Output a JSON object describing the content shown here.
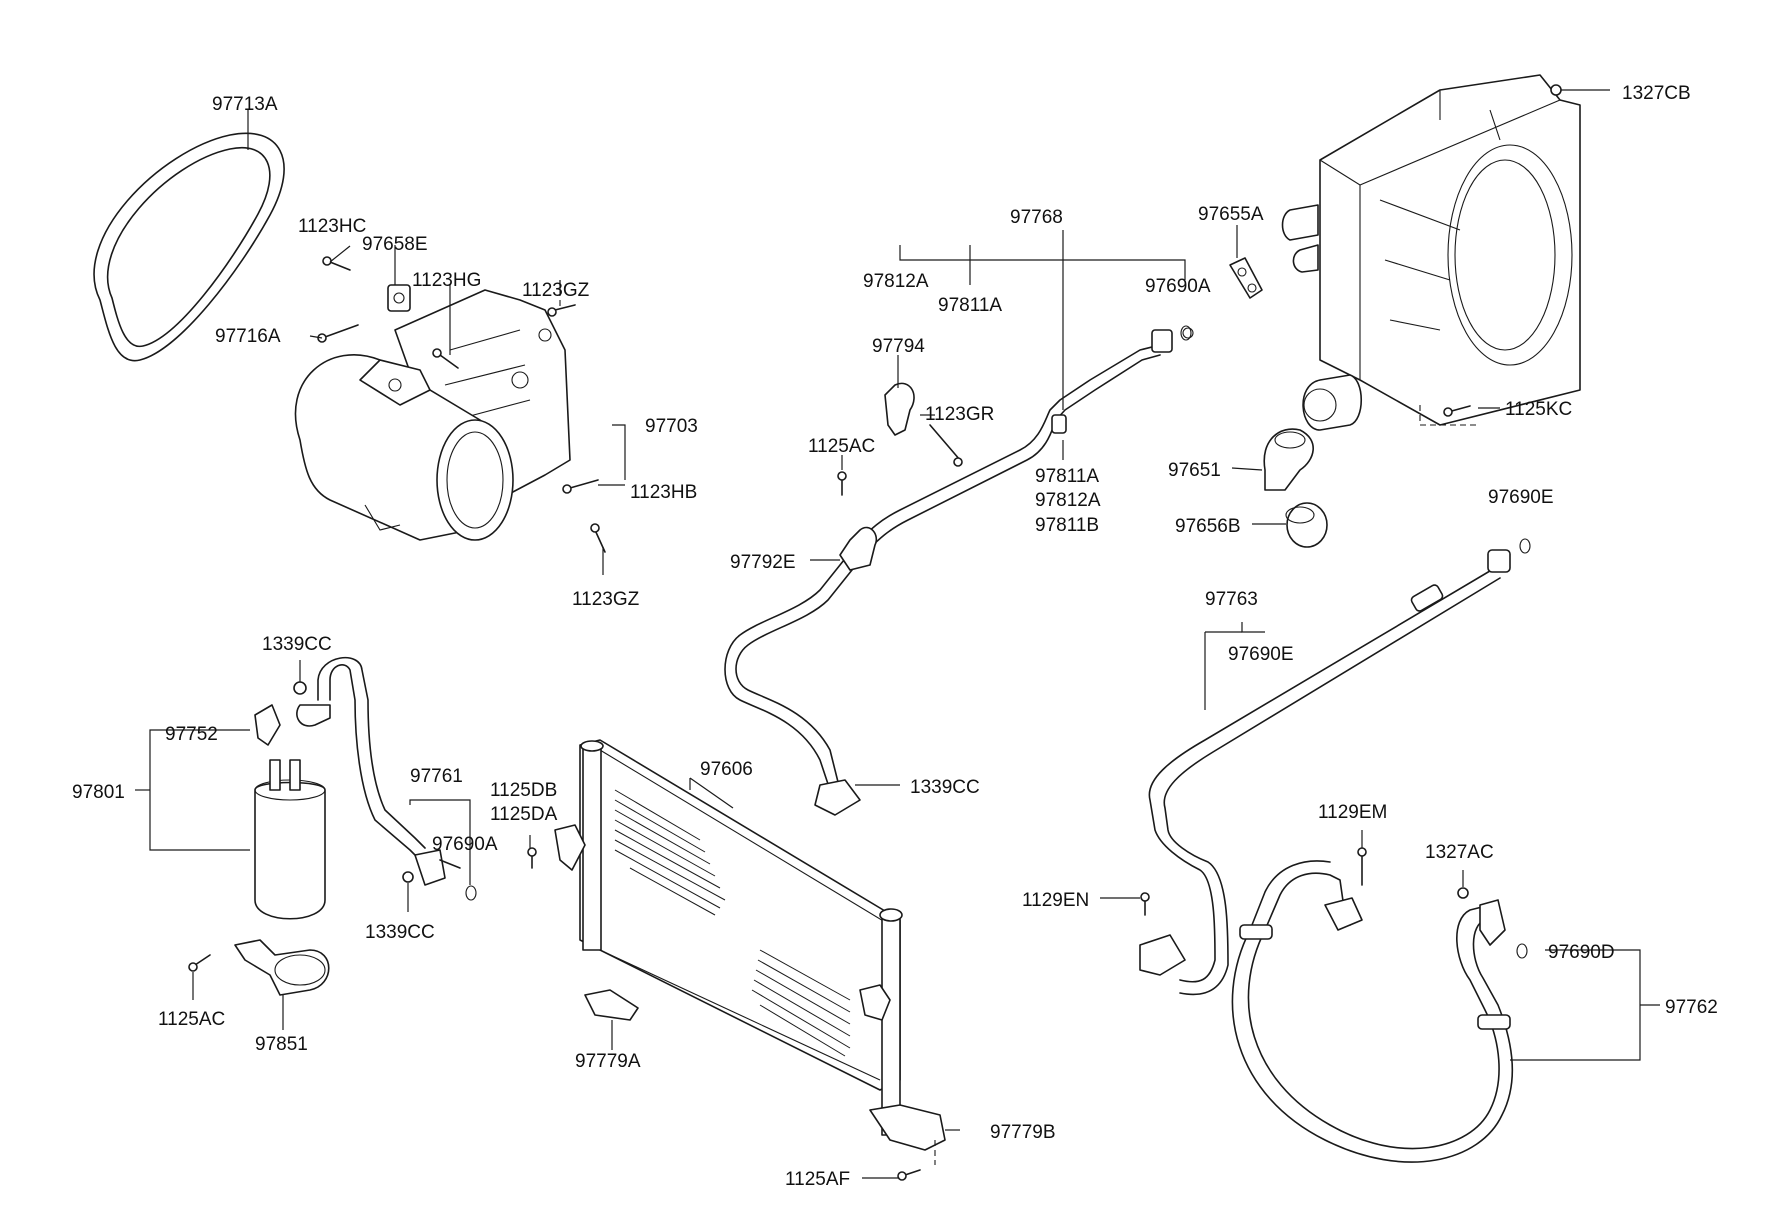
{
  "labels": {
    "p97713A": "97713A",
    "p1123HC": "1123HC",
    "p97658E": "97658E",
    "p1123HG": "1123HG",
    "p1123GZ_top": "1123GZ",
    "p97716A": "97716A",
    "p97703": "97703",
    "p1123HB": "1123HB",
    "p1123GZ_bottom": "1123GZ",
    "p97768": "97768",
    "p97812A_a": "97812A",
    "p97811A_a": "97811A",
    "p97690A_top": "97690A",
    "p97794": "97794",
    "p1123GR": "1123GR",
    "p1125AC_top": "1125AC",
    "p97811A_b": "97811A",
    "p97812A_b": "97812A",
    "p97811B": "97811B",
    "p97792E": "97792E",
    "p97655A": "97655A",
    "p1327CB": "1327CB",
    "p1125KC": "1125KC",
    "p97651": "97651",
    "p97656B": "97656B",
    "p97690E_top": "97690E",
    "p97763": "97763",
    "p97690E_mid": "97690E",
    "p1339CC_top": "1339CC",
    "p97752": "97752",
    "p97801": "97801",
    "p97761": "97761",
    "p97690A_mid": "97690A",
    "p1339CC_low": "1339CC",
    "p1125AC_low": "1125AC",
    "p97851": "97851",
    "p1125DB": "1125DB",
    "p1125DA": "1125DA",
    "p97606": "97606",
    "p1339CC_right": "1339CC",
    "p97779A": "97779A",
    "p97779B": "97779B",
    "p1125AF": "1125AF",
    "p1129EM": "1129EM",
    "p1327AC": "1327AC",
    "p1129EN": "1129EN",
    "p97690D": "97690D",
    "p97762": "97762"
  },
  "icons": [
    "belt-icon",
    "compressor-icon",
    "bracket-icon",
    "bolt-icon",
    "hvac-unit-icon",
    "pipe-icon",
    "receiver-drier-icon",
    "condenser-icon",
    "hose-icon",
    "o-ring-icon",
    "clamp-icon"
  ]
}
